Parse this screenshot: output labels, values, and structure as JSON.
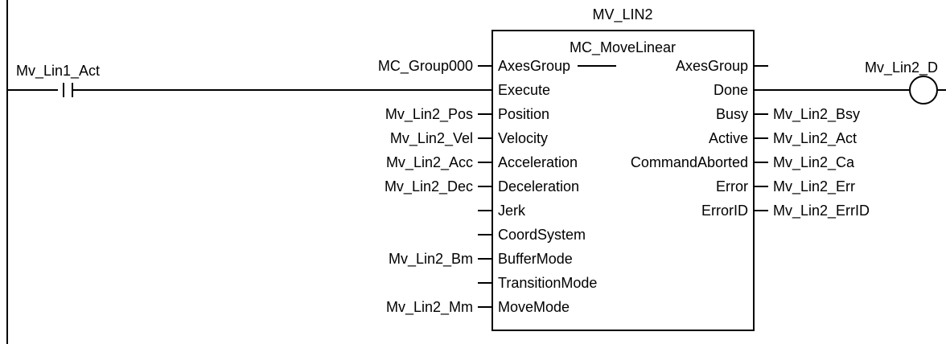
{
  "instance_name": "MV_LIN2",
  "block_type": "MC_MoveLinear",
  "contact": {
    "label": "Mv_Lin1_Act"
  },
  "coil": {
    "label": "Mv_Lin2_D"
  },
  "input_pins": [
    {
      "pin": "AxesGroup",
      "var": "MC_Group000"
    },
    {
      "pin": "Execute",
      "var": ""
    },
    {
      "pin": "Position",
      "var": "Mv_Lin2_Pos"
    },
    {
      "pin": "Velocity",
      "var": "Mv_Lin2_Vel"
    },
    {
      "pin": "Acceleration",
      "var": "Mv_Lin2_Acc"
    },
    {
      "pin": "Deceleration",
      "var": "Mv_Lin2_Dec"
    },
    {
      "pin": "Jerk",
      "var": ""
    },
    {
      "pin": "CoordSystem",
      "var": ""
    },
    {
      "pin": "BufferMode",
      "var": "Mv_Lin2_Bm"
    },
    {
      "pin": "TransitionMode",
      "var": ""
    },
    {
      "pin": "MoveMode",
      "var": "Mv_Lin2_Mm"
    }
  ],
  "output_pins": [
    {
      "pin": "AxesGroup",
      "var": ""
    },
    {
      "pin": "Done",
      "var": ""
    },
    {
      "pin": "Busy",
      "var": "Mv_Lin2_Bsy"
    },
    {
      "pin": "Active",
      "var": "Mv_Lin2_Act"
    },
    {
      "pin": "CommandAborted",
      "var": "Mv_Lin2_Ca"
    },
    {
      "pin": "Error",
      "var": "Mv_Lin2_Err"
    },
    {
      "pin": "ErrorID",
      "var": "Mv_Lin2_ErrID"
    }
  ]
}
